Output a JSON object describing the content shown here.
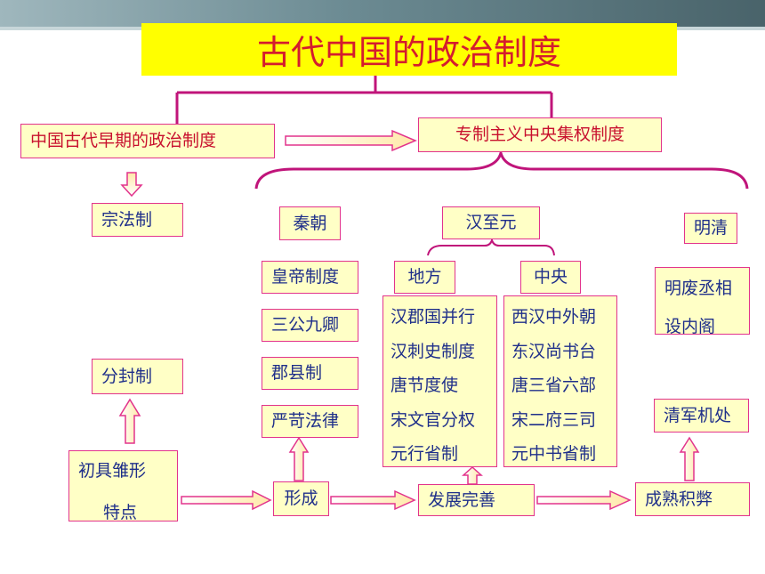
{
  "diagram": {
    "title": "古代中国的政治制度",
    "early_systems": "中国古代早期的政治制度",
    "centralized": "专制主义中央集权制度",
    "clan_system": "宗法制",
    "feudal_system": "分封制",
    "initial_stage": {
      "line1": "初具雏形",
      "line2": "特点"
    },
    "qin": {
      "label": "秦朝",
      "items": [
        "皇帝制度",
        "三公九卿",
        "郡县制",
        "严苛法律"
      ],
      "stage": "形成"
    },
    "han_to_yuan": {
      "label": "汉至元",
      "local": {
        "label": "地方",
        "items": [
          "汉郡国并行",
          "汉刺史制度",
          "唐节度使",
          "宋文官分权",
          "元行省制"
        ]
      },
      "central": {
        "label": "中央",
        "items": [
          "西汉中外朝",
          "东汉尚书台",
          "唐三省六部",
          "宋二府三司",
          "元中书省制"
        ]
      },
      "stage": "发展完善"
    },
    "ming_qing": {
      "label": "明清",
      "item1": {
        "line1": "明废丞相",
        "line2": "设内阁"
      },
      "item2": "清军机处",
      "stage": "成熟积弊"
    }
  },
  "colors": {
    "box_fill": "#ffffc6",
    "box_border": "#e2338c",
    "text_blue": "#1f2f8a",
    "text_red": "#c8102e",
    "title_fill": "#ffff00",
    "connector": "#c0147a"
  }
}
